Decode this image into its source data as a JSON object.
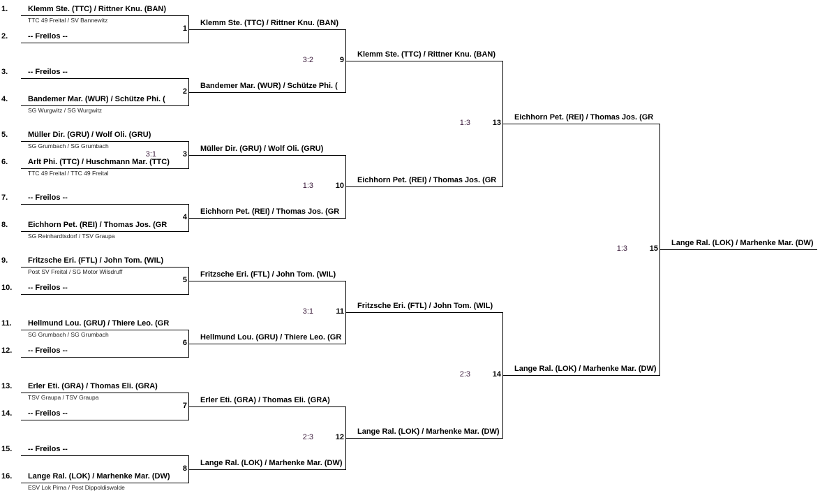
{
  "entries": [
    {
      "seed": "1.",
      "name": "Klemm Ste. (TTC) / Rittner Knu. (BAN)",
      "club": "TTC 49 Freital / SV Bannewitz"
    },
    {
      "seed": "2.",
      "name": "-- Freilos --",
      "club": ""
    },
    {
      "seed": "3.",
      "name": "-- Freilos --",
      "club": ""
    },
    {
      "seed": "4.",
      "name": "Bandemer Mar. (WUR) / Schütze Phi. (",
      "club": "SG Wurgwitz / SG Wurgwitz"
    },
    {
      "seed": "5.",
      "name": "Müller Dir. (GRU) / Wolf Oli. (GRU)",
      "club": "SG Grumbach / SG Grumbach"
    },
    {
      "seed": "6.",
      "name": "Arlt Phi. (TTC) / Huschmann Mar. (TTC)",
      "club": "TTC 49 Freital / TTC 49 Freital"
    },
    {
      "seed": "7.",
      "name": "-- Freilos --",
      "club": ""
    },
    {
      "seed": "8.",
      "name": "Eichhorn Pet. (REI) / Thomas Jos. (GR",
      "club": "SG Reinhardtsdorf / TSV Graupa"
    },
    {
      "seed": "9.",
      "name": "Fritzsche Eri. (FTL) / John Tom. (WIL)",
      "club": "Post SV Freital / SG Motor Wilsdruff"
    },
    {
      "seed": "10.",
      "name": "-- Freilos --",
      "club": ""
    },
    {
      "seed": "11.",
      "name": "Hellmund Lou. (GRU) / Thiere Leo. (GR",
      "club": "SG Grumbach / SG Grumbach"
    },
    {
      "seed": "12.",
      "name": "-- Freilos --",
      "club": ""
    },
    {
      "seed": "13.",
      "name": "Erler Eti. (GRA) / Thomas Eli. (GRA)",
      "club": "TSV Graupa / TSV Graupa"
    },
    {
      "seed": "14.",
      "name": "-- Freilos --",
      "club": ""
    },
    {
      "seed": "15.",
      "name": "-- Freilos --",
      "club": ""
    },
    {
      "seed": "16.",
      "name": "Lange Ral. (LOK) / Marhenke Mar. (DW)",
      "club": "ESV Lok Pirna / Post Dippoldiswalde"
    }
  ],
  "matches": [
    {
      "number": "1",
      "score": "",
      "winner": "Klemm Ste. (TTC) / Rittner Knu. (BAN)"
    },
    {
      "number": "2",
      "score": "",
      "winner": "Bandemer Mar. (WUR) / Schütze Phi. ("
    },
    {
      "number": "3",
      "score": "3:1",
      "winner": "Müller Dir. (GRU) / Wolf Oli. (GRU)"
    },
    {
      "number": "4",
      "score": "",
      "winner": "Eichhorn Pet. (REI) / Thomas Jos. (GR"
    },
    {
      "number": "5",
      "score": "",
      "winner": "Fritzsche Eri. (FTL) / John Tom. (WIL)"
    },
    {
      "number": "6",
      "score": "",
      "winner": "Hellmund Lou. (GRU) / Thiere Leo. (GR"
    },
    {
      "number": "7",
      "score": "",
      "winner": "Erler Eti. (GRA) / Thomas Eli. (GRA)"
    },
    {
      "number": "8",
      "score": "",
      "winner": "Lange Ral. (LOK) / Marhenke Mar. (DW)"
    },
    {
      "number": "9",
      "score": "3:2",
      "winner": "Klemm Ste. (TTC) / Rittner Knu. (BAN)"
    },
    {
      "number": "10",
      "score": "1:3",
      "winner": "Eichhorn Pet. (REI) / Thomas Jos. (GR"
    },
    {
      "number": "11",
      "score": "3:1",
      "winner": "Fritzsche Eri. (FTL) / John Tom. (WIL)"
    },
    {
      "number": "12",
      "score": "2:3",
      "winner": "Lange Ral. (LOK) / Marhenke Mar. (DW)"
    },
    {
      "number": "13",
      "score": "1:3",
      "winner": "Eichhorn Pet. (REI) / Thomas Jos. (GR"
    },
    {
      "number": "14",
      "score": "2:3",
      "winner": "Lange Ral. (LOK) / Marhenke Mar. (DW)"
    },
    {
      "number": "15",
      "score": "1:3",
      "winner": "Lange Ral. (LOK) / Marhenke Mar. (DW)"
    }
  ]
}
